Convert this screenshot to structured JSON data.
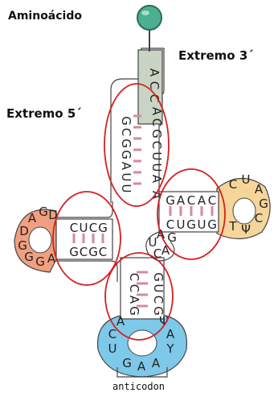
{
  "labels": {
    "aminoacid": "Aminoácido",
    "end3": "Extremo 3´",
    "end5": "Extremo 5´",
    "anticodon": "anticodon"
  },
  "colors": {
    "stem_fill": "#c9d4c4",
    "aminoacid_ball": "#4caf8f",
    "d_loop": "#f0a080",
    "t_loop": "#f5d59a",
    "anticodon_loop": "#7ec8ea",
    "highlight_circle": "#d42020",
    "base_pair": "#d48aa0"
  },
  "acceptor_stem": {
    "tail": [
      "A",
      "C",
      "C"
    ],
    "strand5": [
      "G",
      "C",
      "G",
      "G",
      "A",
      "U",
      "U"
    ],
    "strand3": [
      "A",
      "C",
      "G",
      "C",
      "U",
      "U",
      "A"
    ],
    "extra": [
      "A"
    ]
  },
  "d_arm": {
    "top": [
      "C",
      "U",
      "C",
      "G"
    ],
    "bottom": [
      "G",
      "C",
      "G",
      "C"
    ],
    "loop": [
      "D",
      "G",
      "A",
      "D",
      "G",
      "G",
      "G",
      "A"
    ]
  },
  "t_arm": {
    "top": [
      "G",
      "A",
      "C",
      "A",
      "C"
    ],
    "bottom": [
      "C",
      "U",
      "G",
      "U",
      "G"
    ],
    "loop": [
      "C",
      "U",
      "A",
      "G",
      "C",
      "Ψ",
      "T"
    ]
  },
  "variable_loop": [
    "G",
    "A",
    "C",
    "U",
    "A"
  ],
  "anticodon_arm": {
    "left": [
      "C",
      "C",
      "A",
      "G"
    ],
    "right": [
      "G",
      "U",
      "C",
      "G"
    ],
    "loop": [
      "A",
      "C",
      "U",
      "G",
      "A",
      "A",
      "Y",
      "A",
      "Ψ"
    ]
  }
}
